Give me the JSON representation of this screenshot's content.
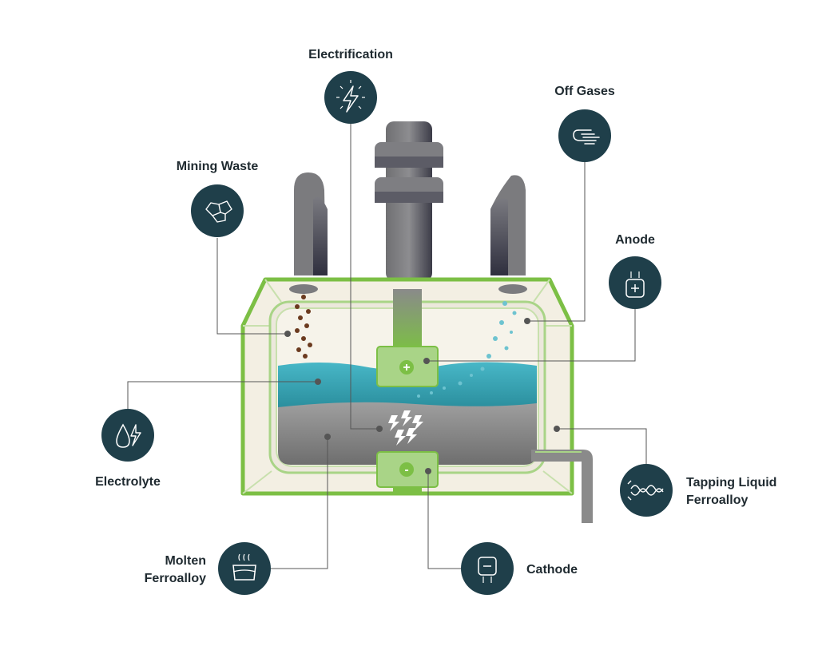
{
  "labels": {
    "electrification": "Electrification",
    "off_gases": "Off Gases",
    "mining_waste": "Mining Waste",
    "anode": "Anode",
    "electrolyte": "Electrolyte",
    "tapping_line1": "Tapping Liquid",
    "tapping_line2": "Ferroalloy",
    "molten_line1": "Molten",
    "molten_line2": "Ferroalloy",
    "cathode": "Cathode"
  },
  "electrode_symbols": {
    "anode_sign": "+",
    "cathode_sign": "-"
  },
  "icons": {
    "electrification": "lightning-icon",
    "off_gases": "wind-icon",
    "mining_waste": "rocks-icon",
    "anode": "anode-plus-icon",
    "electrolyte": "droplet-bolt-icon",
    "tapping": "twisted-flow-icon",
    "molten": "steaming-pot-icon",
    "cathode": "cathode-minus-icon"
  },
  "colors": {
    "icon_circle": "#1f3f4a",
    "furnace_outline": "#7cbf45",
    "electrolyte": "#3aa9b9",
    "molten_metal": "#8a8a8a",
    "electrode_block": "#a9d487",
    "furnace_fill": "#f3efe3",
    "connector": "#555555"
  }
}
